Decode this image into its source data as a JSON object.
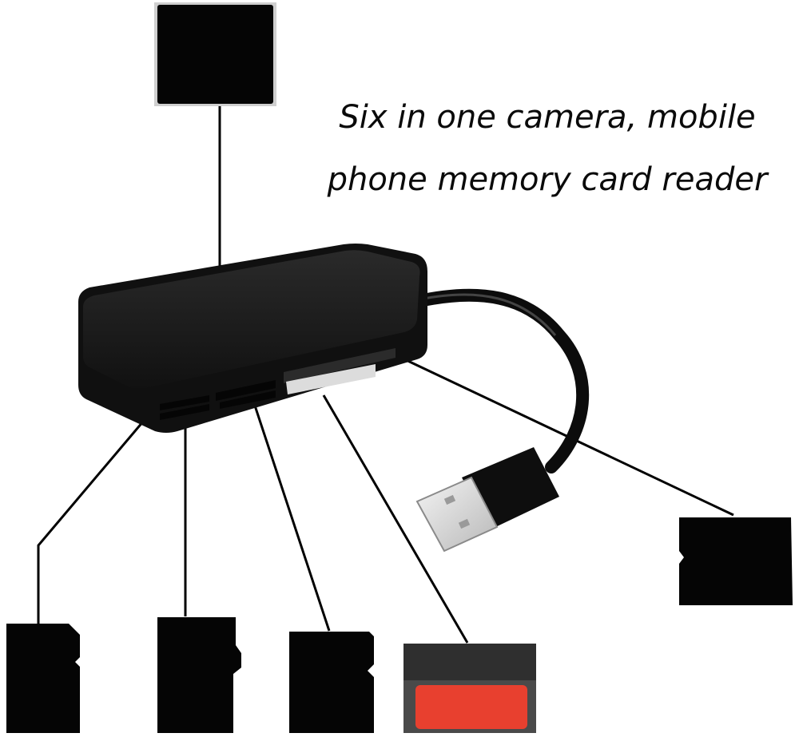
{
  "caption": {
    "line1": "Six in one camera, mobile",
    "line2": "phone memory card reader"
  },
  "colors": {
    "background": "#ffffff",
    "card": "#050505",
    "reader_body": "#121212",
    "slot_accent": "#e8e8e8",
    "red_card": "#e8402f",
    "line": "#000000"
  },
  "cards": [
    {
      "type": "compact-flash-card"
    },
    {
      "type": "sd-card"
    },
    {
      "type": "micro-sd-card"
    },
    {
      "type": "mini-sd-card"
    },
    {
      "type": "memory-stick-card"
    },
    {
      "type": "xd-card"
    }
  ]
}
